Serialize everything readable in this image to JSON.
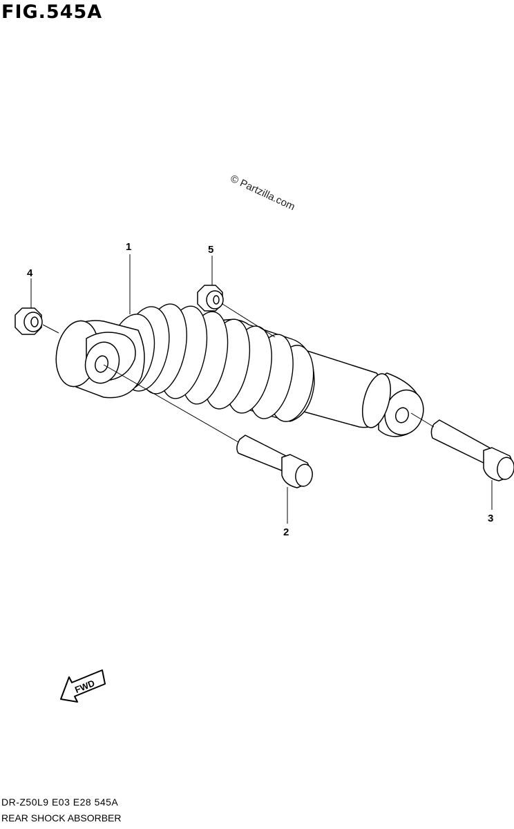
{
  "figure": {
    "title": "FIG.545A",
    "watermark": "© Partzilla.com"
  },
  "callouts": {
    "c1": "1",
    "c2": "2",
    "c3": "3",
    "c4": "4",
    "c5": "5"
  },
  "fwd_label": "FWD",
  "footer": {
    "code": "DR-Z50L9  E03  E28  545A",
    "name": "REAR SHOCK ABSORBER"
  }
}
